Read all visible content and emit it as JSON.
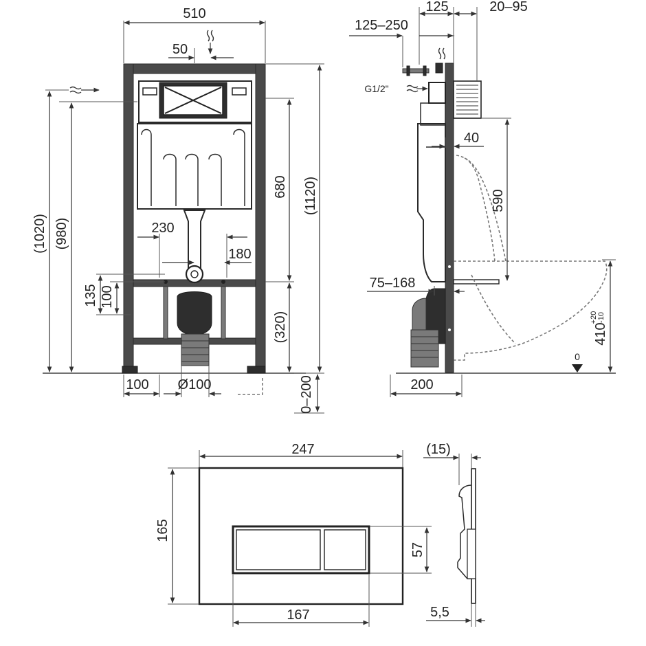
{
  "front_view": {
    "width": "510",
    "offset_top": "50",
    "h_1020": "(1020)",
    "h_980": "(980)",
    "h_680": "680",
    "h_1120": "(1120)",
    "d_230": "230",
    "d_180": "180",
    "d_135": "135",
    "d_100v": "100",
    "h_320": "(320)",
    "foot_100": "100",
    "pipe_diameter": "Ø100",
    "adjust_0_200": "0–200"
  },
  "side_view": {
    "d_125": "125",
    "d_20_95": "20–95",
    "d_125_250": "125–250",
    "inlet": "G1/2\"",
    "d_40": "40",
    "d_590": "590",
    "d_75_168": "75–168",
    "depth_200": "200",
    "height_410": "410",
    "tol_plus": "+20",
    "tol_minus": "-10",
    "floor_zero": "0"
  },
  "plate_front": {
    "width": "247",
    "height": "165",
    "button_height": "57",
    "button_width": "167"
  },
  "plate_side": {
    "thickness": "(15)",
    "depth": "5,5"
  },
  "icons": {
    "water_inlet": "water-waves-icon",
    "flow_arrow": "arrow-icon",
    "floor_marker": "triangle-down-icon"
  }
}
